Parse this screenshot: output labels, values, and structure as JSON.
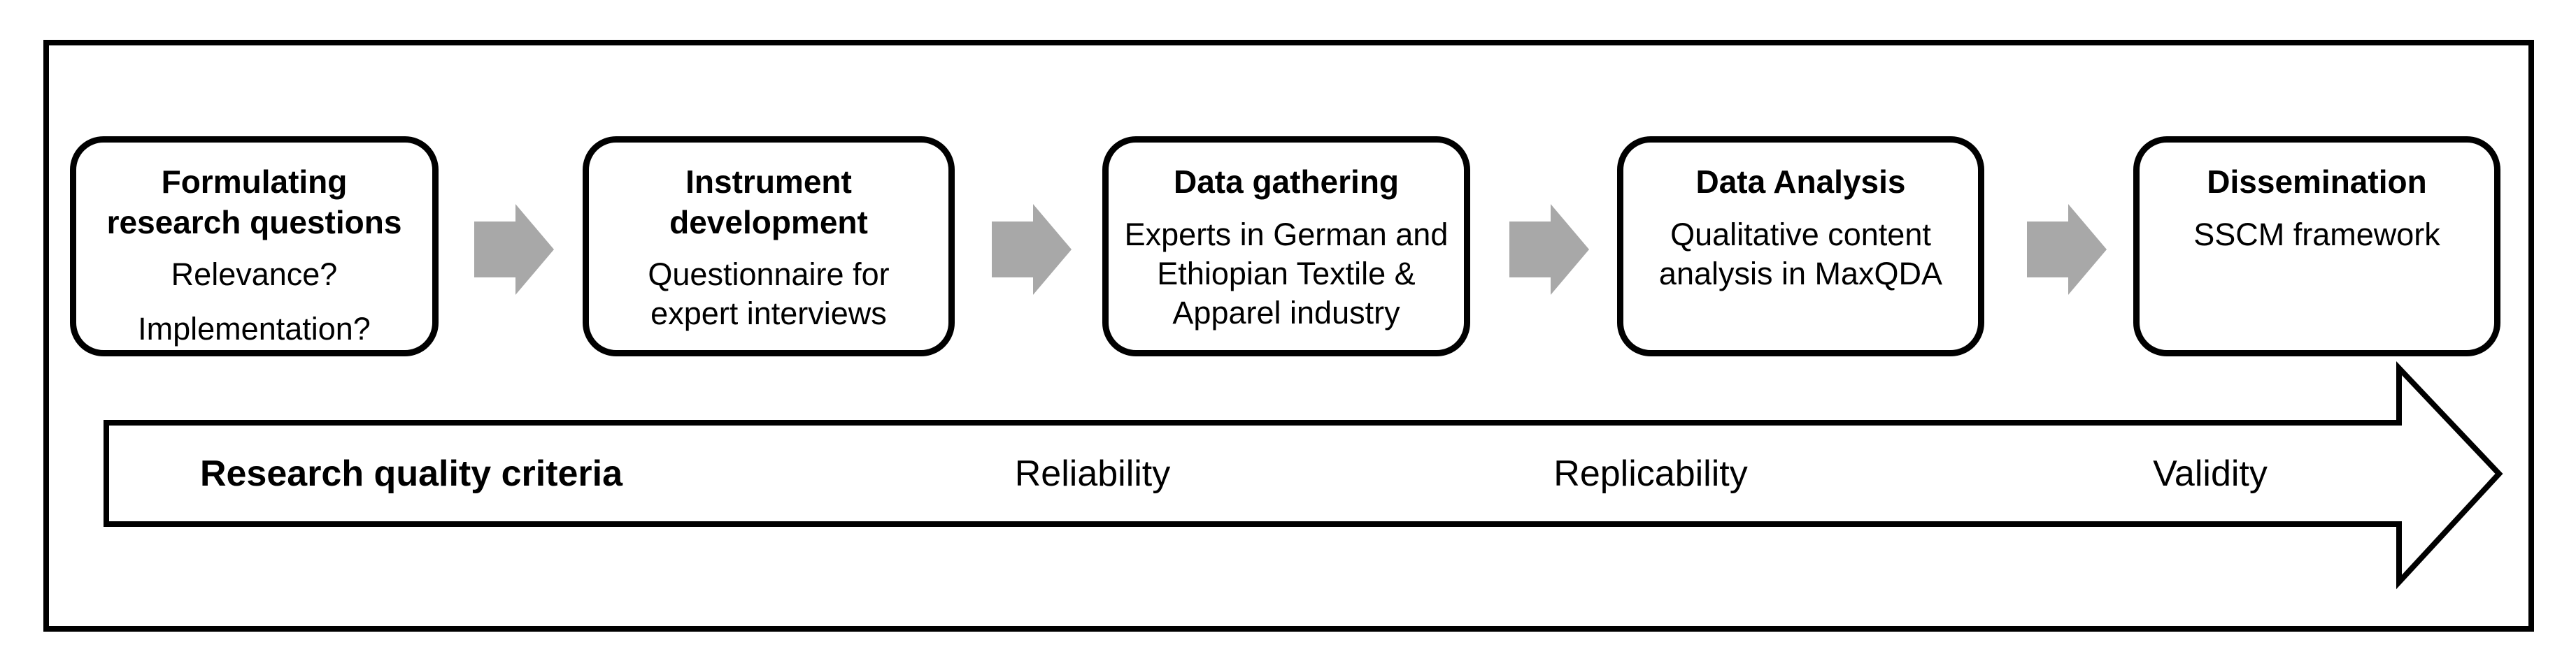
{
  "figure": {
    "type": "process-flow-diagram",
    "steps": [
      {
        "title": "Formulating research questions",
        "details": [
          "Relevance?",
          "Implementation?"
        ]
      },
      {
        "title": "Instrument development",
        "details": [
          "Questionnaire for expert interviews"
        ]
      },
      {
        "title": "Data gathering",
        "details": [
          "Experts in German and Ethiopian Textile & Apparel industry"
        ]
      },
      {
        "title": "Data Analysis",
        "details": [
          "Qualitative content analysis in MaxQDA"
        ]
      },
      {
        "title": "Dissemination",
        "details": [
          "SSCM framework"
        ]
      }
    ],
    "quality_arrow": {
      "heading": "Research quality criteria",
      "criteria": [
        "Reliability",
        "Replicability",
        "Validity"
      ]
    },
    "colors": {
      "connector_gray": "#a8a8a8",
      "outline_black": "#000000",
      "background": "#ffffff"
    }
  }
}
